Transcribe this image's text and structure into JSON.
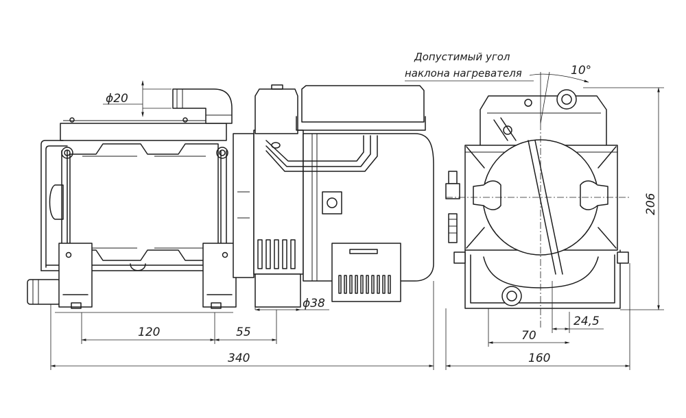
{
  "labels": {
    "dia_inlet": "ϕ20",
    "dia_exhaust": "ϕ38",
    "dim_120": "120",
    "dim_55": "55",
    "dim_340": "340",
    "dim_70": "70",
    "dim_24_5": "24,5",
    "dim_160": "160",
    "dim_206": "206",
    "angle": "10°",
    "note_line1": "Допустимый угол",
    "note_line2": "наклона нагревателя"
  }
}
